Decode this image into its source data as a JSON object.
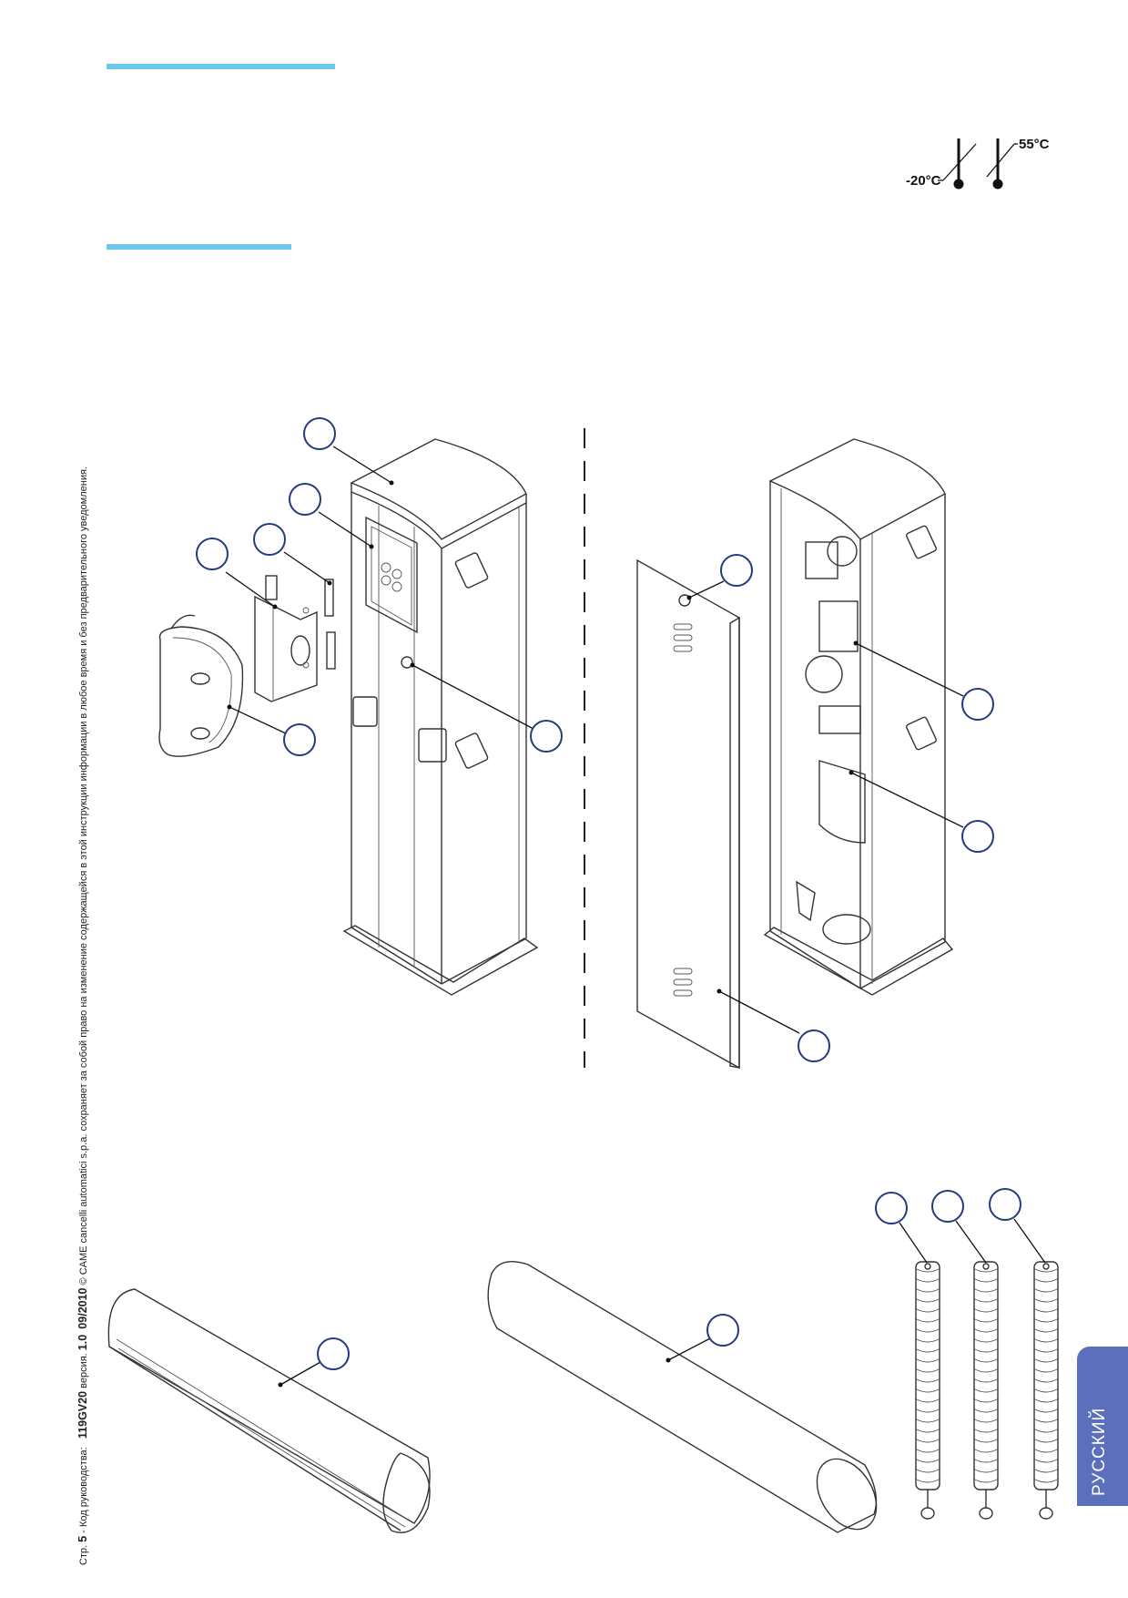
{
  "footer": {
    "page_label": "Стр.",
    "page_number": "5",
    "separator": "-",
    "manual_code_label": "Код руководства:",
    "manual_code": "119GV20",
    "version_label": "версия.",
    "version": "1.0",
    "date": "09/2010",
    "copyright": "© CAME cancelli automatici s.p.a.  сохраняет за собой право на изменение содержащейся в этой инструкции информации в любое время и без предварительного уведомления."
  },
  "temperature": {
    "min": "-20°C",
    "max": "55°C"
  },
  "language_tab": "РУССКИЙ",
  "colors": {
    "accent_rule": "#6cc7ec",
    "language_tab": "#5b6fbd",
    "reference_circle": "#243b80"
  }
}
